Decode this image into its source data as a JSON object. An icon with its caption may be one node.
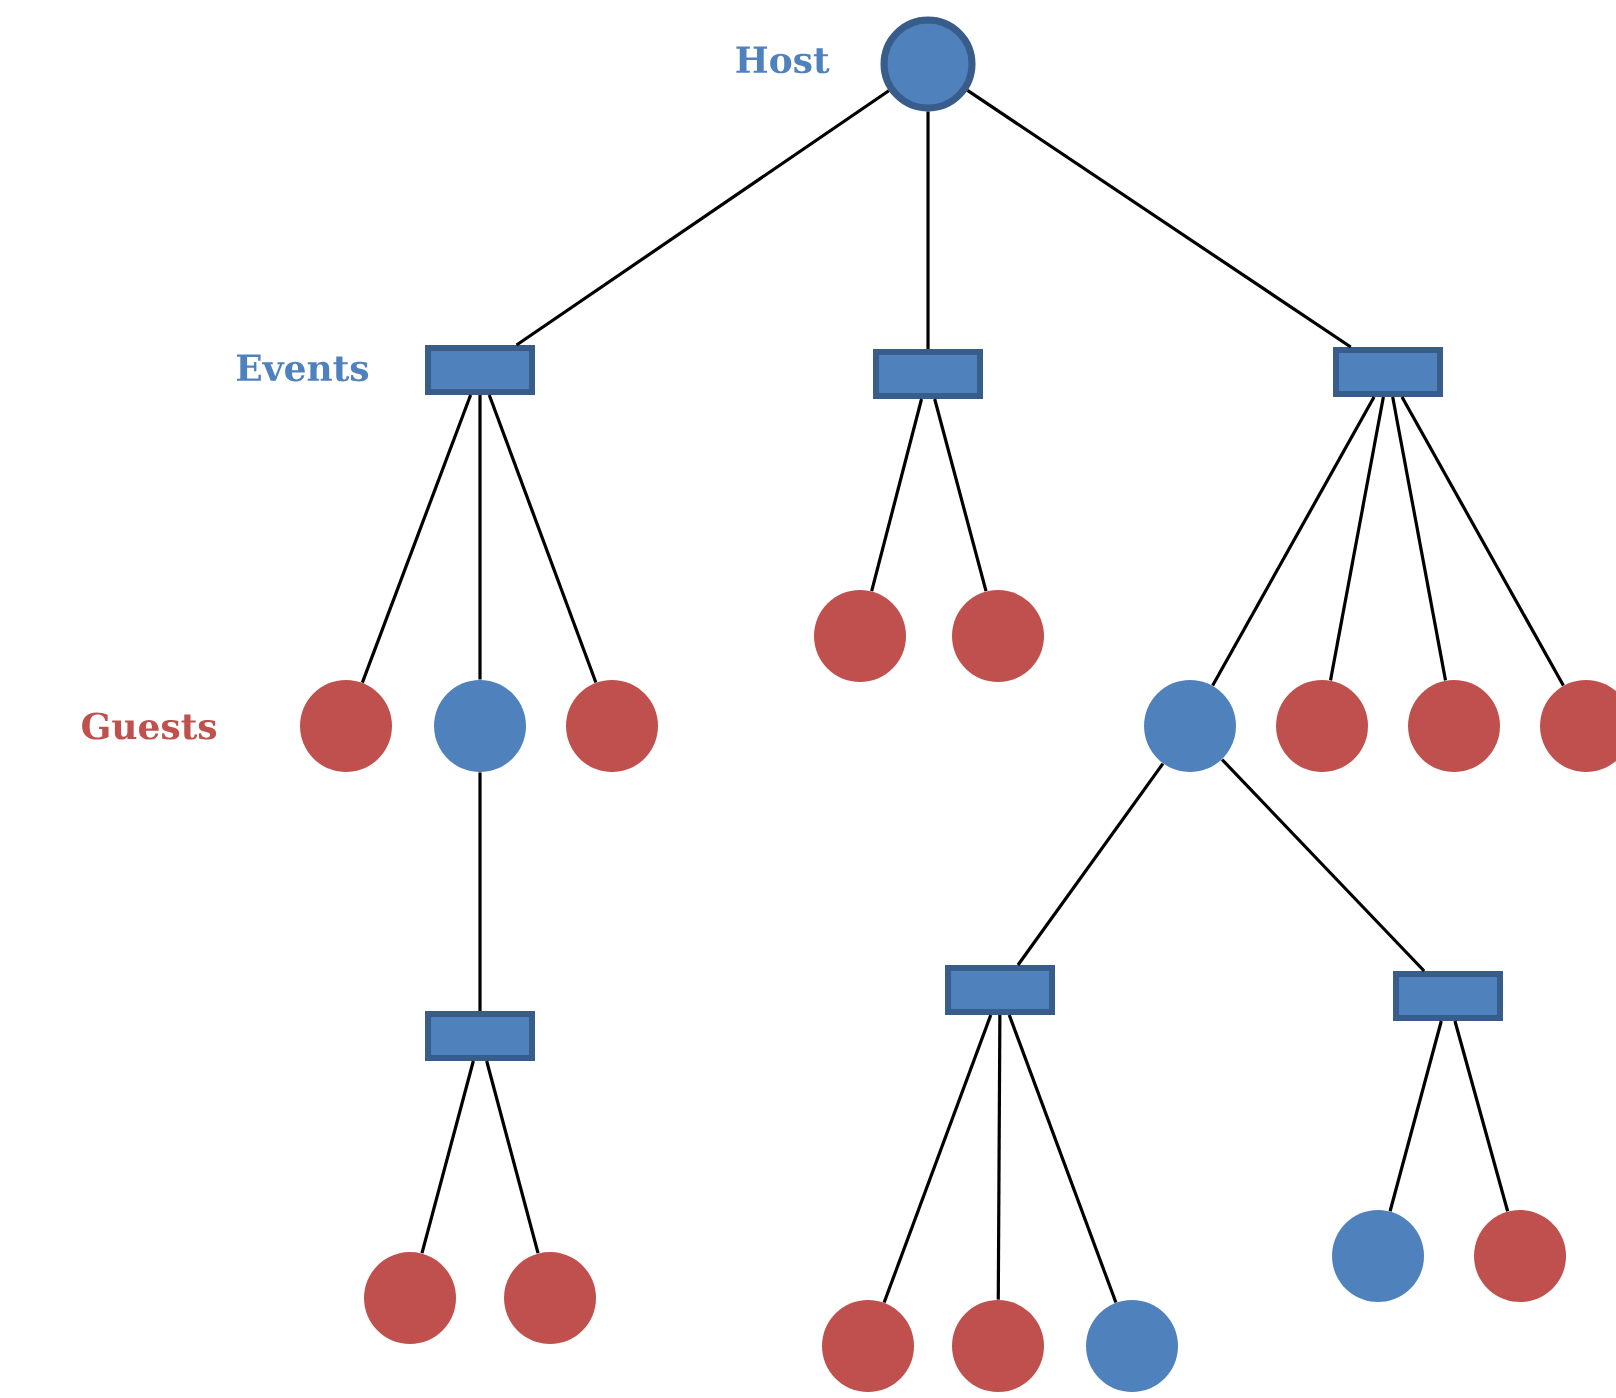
{
  "diagram": {
    "nodes": [
      {
        "text": [],
        "shape": "circle"
      },
      {
        "text": [],
        "shape": "box"
      },
      {
        "text": [],
        "shape": "box"
      },
      {
        "text": [],
        "shape": "box"
      },
      {
        "text": [],
        "shape": "circle"
      },
      {
        "text": [],
        "shape": "circle"
      },
      {
        "text": [],
        "shape": "circle"
      },
      {
        "text": [],
        "shape": "circle"
      },
      {
        "text": [],
        "shape": "circle"
      },
      {
        "text": [],
        "shape": "circle"
      },
      {
        "text": [],
        "shape": "circle"
      },
      {
        "text": [],
        "shape": "circle"
      },
      {
        "text": [],
        "shape": "circle"
      },
      {
        "text": [],
        "shape": "box"
      },
      {
        "text": [],
        "shape": "box"
      },
      {
        "text": [],
        "shape": "box"
      },
      {
        "text": [],
        "shape": "circle"
      },
      {
        "text": [],
        "shape": "circle"
      },
      {
        "text": [],
        "shape": "circle"
      },
      {
        "text": [],
        "shape": "circle"
      },
      {
        "text": [],
        "shape": "circle"
      },
      {
        "text": [],
        "shape": "circle"
      },
      {
        "text": [],
        "shape": "circle"
      }
    ],
    "edges": [
      {
        "from": 0,
        "to": 1,
        "arrow": "none"
      },
      {
        "from": 0,
        "to": 2,
        "arrow": "none"
      },
      {
        "from": 0,
        "to": 3,
        "arrow": "none"
      },
      {
        "from": 1,
        "to": 6,
        "arrow": "none"
      },
      {
        "from": 1,
        "to": 7,
        "arrow": "none"
      },
      {
        "from": 1,
        "to": 8,
        "arrow": "none"
      },
      {
        "from": 2,
        "to": 4,
        "arrow": "none"
      },
      {
        "from": 2,
        "to": 5,
        "arrow": "none"
      },
      {
        "from": 3,
        "to": 9,
        "arrow": "none"
      },
      {
        "from": 3,
        "to": 10,
        "arrow": "none"
      },
      {
        "from": 3,
        "to": 11,
        "arrow": "none"
      },
      {
        "from": 3,
        "to": 12,
        "arrow": "none"
      },
      {
        "from": 7,
        "to": 15,
        "arrow": "none"
      },
      {
        "from": 15,
        "to": 18,
        "arrow": "none"
      },
      {
        "from": 15,
        "to": 19,
        "arrow": "none"
      },
      {
        "from": 9,
        "to": 13,
        "arrow": "none"
      },
      {
        "from": 9,
        "to": 14,
        "arrow": "none"
      },
      {
        "from": 13,
        "to": 20,
        "arrow": "none"
      },
      {
        "from": 13,
        "to": 21,
        "arrow": "none"
      },
      {
        "from": 13,
        "to": 22,
        "arrow": "none"
      },
      {
        "from": 14,
        "to": 16,
        "arrow": "none"
      },
      {
        "from": 14,
        "to": 17,
        "arrow": "none"
      }
    ],
    "labels": [
      "Host",
      "Events",
      "Guests"
    ]
  }
}
